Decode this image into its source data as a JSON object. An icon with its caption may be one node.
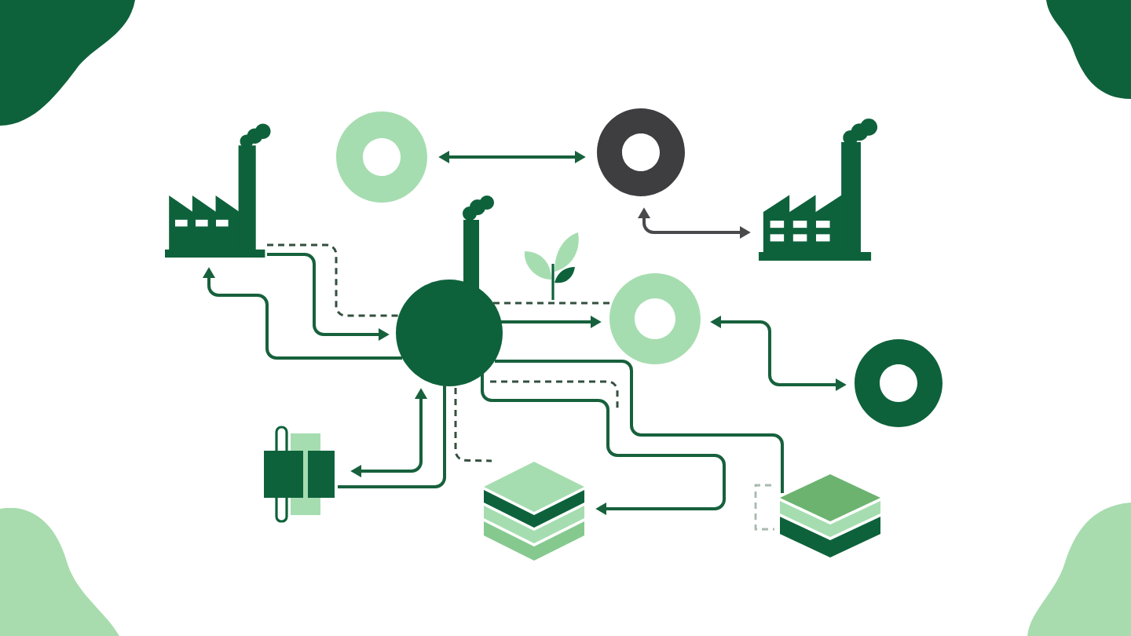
{
  "diagram": {
    "nodes": [
      {
        "text": [],
        "shape": "factory"
      },
      {
        "text": [],
        "shape": "ring"
      },
      {
        "text": [],
        "shape": "ring"
      },
      {
        "text": [],
        "shape": "factory"
      },
      {
        "text": [],
        "shape": "circle"
      },
      {
        "text": [],
        "shape": "ring"
      },
      {
        "text": [],
        "shape": "ring"
      },
      {
        "text": [],
        "shape": "picture"
      },
      {
        "text": [],
        "shape": "stack"
      },
      {
        "text": [],
        "shape": "stack"
      }
    ],
    "edges": [
      {
        "from": 1,
        "to": 2,
        "arrow": "both"
      },
      {
        "from": 2,
        "to": 3,
        "arrow": "both",
        "color": "#4a4a4d"
      },
      {
        "from": 0,
        "to": 4,
        "arrow": "to"
      },
      {
        "from": 0,
        "to": 4,
        "arrow": "none",
        "style": "dashed",
        "color": "#33503f"
      },
      {
        "from": 4,
        "to": 0,
        "arrow": "to"
      },
      {
        "from": 4,
        "to": 5,
        "arrow": "to"
      },
      {
        "from": 4,
        "to": 5,
        "arrow": "none",
        "style": "dashed",
        "color": "#33503f"
      },
      {
        "from": 4,
        "to": 9,
        "arrow": "none"
      },
      {
        "from": 4,
        "to": 8,
        "arrow": "to"
      },
      {
        "from": 4,
        "to": null,
        "arrow": "none",
        "style": "dashed",
        "color": "#33503f"
      },
      {
        "from": 4,
        "to": 8,
        "arrow": "none",
        "style": "dashed",
        "color": "#33503f"
      },
      {
        "from": 4,
        "to": 7,
        "arrow": "both"
      },
      {
        "from": 4,
        "to": 7,
        "arrow": "none"
      },
      {
        "from": 5,
        "to": 6,
        "arrow": "both"
      }
    ]
  }
}
